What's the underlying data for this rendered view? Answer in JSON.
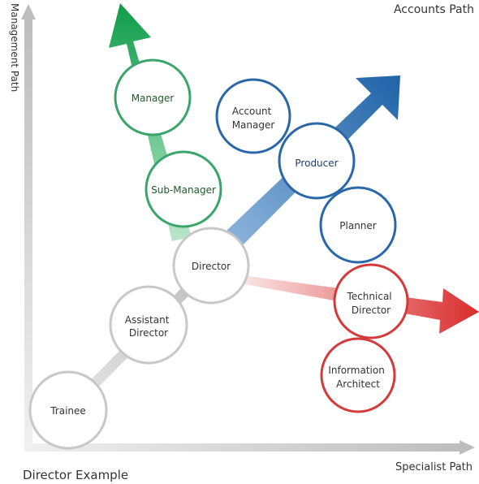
{
  "labels": {
    "management_path": "Management Path",
    "accounts_path": "Accounts Path",
    "specialist_path": "Specialist Path",
    "footer_title": "Director Example"
  },
  "colors": {
    "green": "#3aa56a",
    "green_text": "#1e5a2a",
    "blue": "#2a67a8",
    "blue_text": "#1c3f6e",
    "red": "#d43a3a",
    "red_text": "#333333",
    "gray": "#c8c8c8",
    "gray_text": "#333333"
  },
  "nodes": {
    "trainee": [
      "Trainee"
    ],
    "assistant_director": [
      "Assistant",
      "Director"
    ],
    "director": [
      "Director"
    ],
    "sub_manager": [
      "Sub-Manager"
    ],
    "manager": [
      "Manager"
    ],
    "account_manager": [
      "Account",
      "Manager"
    ],
    "producer": [
      "Producer"
    ],
    "planner": [
      "Planner"
    ],
    "technical_director": [
      "Technical",
      "Director"
    ],
    "information_architect": [
      "Information",
      "Architect"
    ]
  }
}
